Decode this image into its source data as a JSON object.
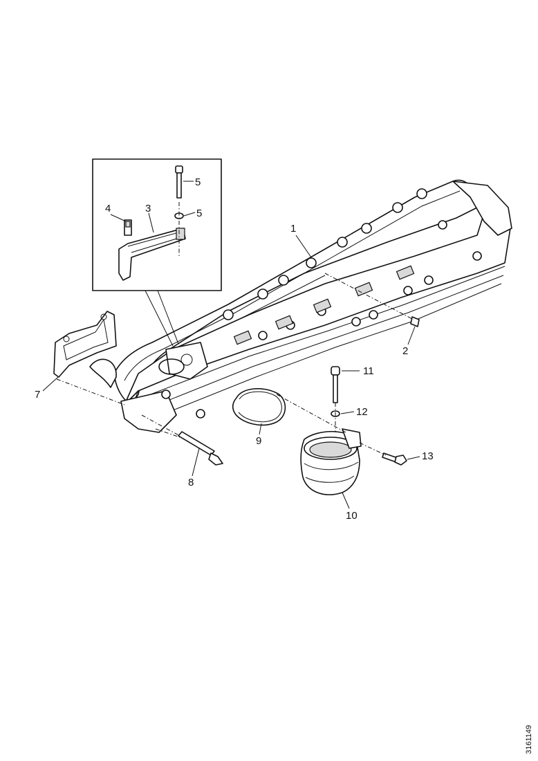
{
  "callouts": [
    {
      "id": "1",
      "text": "1"
    },
    {
      "id": "2",
      "text": "2"
    },
    {
      "id": "3",
      "text": "3"
    },
    {
      "id": "4",
      "text": "4"
    },
    {
      "id": "5a",
      "text": "5"
    },
    {
      "id": "5b",
      "text": "5"
    },
    {
      "id": "7",
      "text": "7"
    },
    {
      "id": "8",
      "text": "8"
    },
    {
      "id": "9",
      "text": "9"
    },
    {
      "id": "10",
      "text": "10"
    },
    {
      "id": "11",
      "text": "11"
    },
    {
      "id": "12",
      "text": "12"
    },
    {
      "id": "13",
      "text": "13"
    }
  ],
  "reference_number": "3161149",
  "colors": {
    "ink": "#111111",
    "paper": "#ffffff",
    "shade": "#d9d9d9"
  }
}
